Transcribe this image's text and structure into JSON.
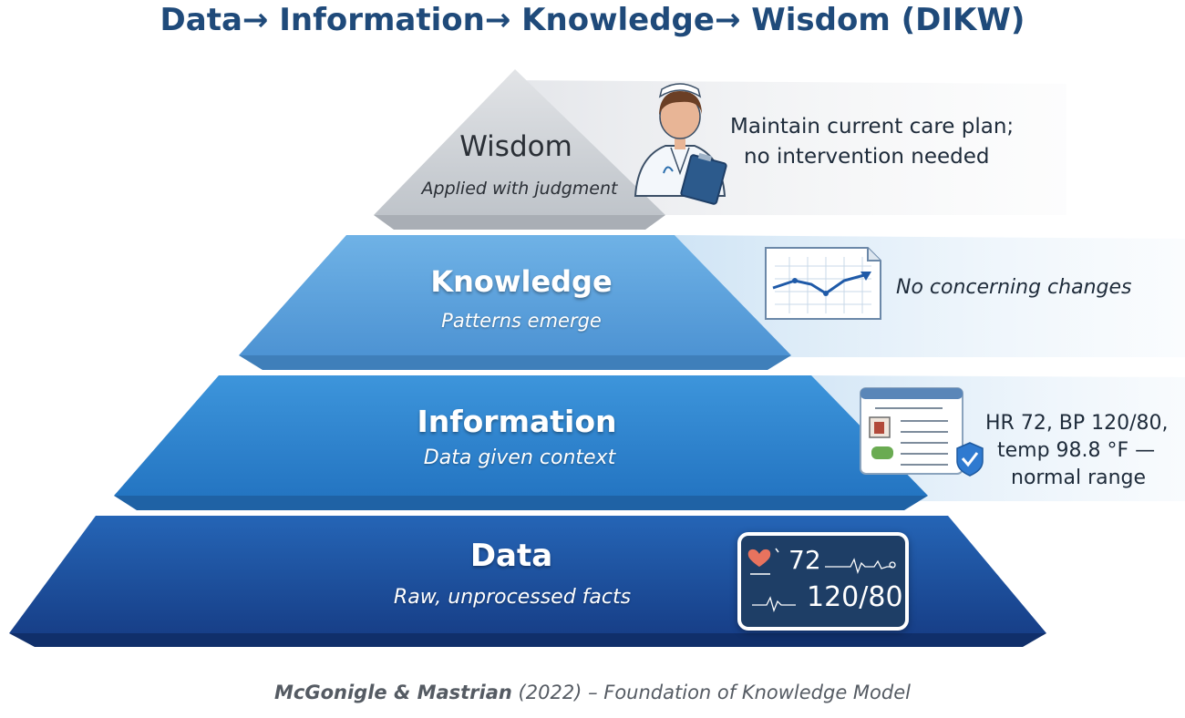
{
  "title": "Data→ Information→ Knowledge→ Wisdom (DIKW)",
  "levels": {
    "wisdom": {
      "title": "Wisdom",
      "subtitle": "Applied with judgment",
      "description_line1": "Maintain current care plan;",
      "description_line2": "no intervention needed"
    },
    "knowledge": {
      "title": "Knowledge",
      "subtitle": "Patterns emerge",
      "description": "No concerning changes"
    },
    "information": {
      "title": "Information",
      "subtitle": "Data given context",
      "description_line1": "HR 72, BP 120/80,",
      "description_line2": "temp 98.8 °F —",
      "description_line3": "normal range"
    },
    "data": {
      "title": "Data",
      "subtitle": "Raw, unprocessed facts",
      "monitor_hr": "72",
      "monitor_bp": "120/80"
    }
  },
  "footer": {
    "authors": "McGonigle & Mastrian",
    "year": "(2022)",
    "model": "– Foundation of Knowledge Model"
  },
  "colors": {
    "title": "#1f4a7a",
    "wisdom": "#cfd3d8",
    "knowledge": "#5ea4dc",
    "information": "#2f86cf",
    "data": "#1f5aa8"
  },
  "icons": [
    "nurse-icon",
    "chart-document-icon",
    "report-check-icon",
    "heart-icon",
    "ecg-wave-icon"
  ]
}
